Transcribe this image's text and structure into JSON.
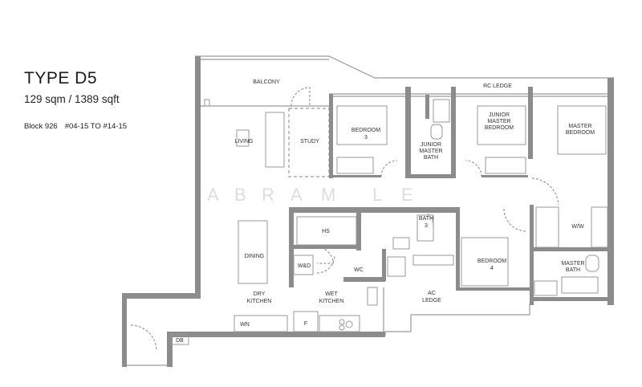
{
  "header": {
    "title": "TYPE D5",
    "area": "129 sqm / 1389 sqft",
    "block": "Block 926",
    "units": "#04-15 TO #14-15"
  },
  "watermark": [
    "A",
    "B",
    "R",
    "A",
    "M",
    "L",
    "E"
  ],
  "colors": {
    "wall": "#8c8c8c",
    "line": "#9a9a9a",
    "text": "#333333"
  },
  "rooms": {
    "balcony": [
      "BALCONY"
    ],
    "rc_ledge": [
      "RC LEDGE"
    ],
    "living": [
      "LIVING"
    ],
    "study": [
      "STUDY"
    ],
    "bedroom3": [
      "BEDROOM",
      "3"
    ],
    "junior_master_bath": [
      "JUNIOR",
      "MASTER",
      "BATH"
    ],
    "junior_master_bedroom": [
      "JUNIOR",
      "MASTER",
      "BEDROOM"
    ],
    "master_bedroom": [
      "MASTER",
      "BEDROOM"
    ],
    "hs": [
      "HS"
    ],
    "bath3": [
      "BATH",
      "3"
    ],
    "ww": [
      "W/W"
    ],
    "dining": [
      "DINING"
    ],
    "wd": [
      "W&D"
    ],
    "wc": [
      "WC"
    ],
    "bedroom4": [
      "BEDROOM",
      "4"
    ],
    "master_bath": [
      "MASTER",
      "BATH"
    ],
    "dry_kitchen": [
      "DRY",
      "KITCHEN"
    ],
    "wet_kitchen": [
      "WET",
      "KITCHEN"
    ],
    "ac_ledge": [
      "AC",
      "LEDGE"
    ],
    "wn": [
      "WN"
    ],
    "fridge": [
      "F"
    ],
    "db": [
      "DB"
    ]
  }
}
